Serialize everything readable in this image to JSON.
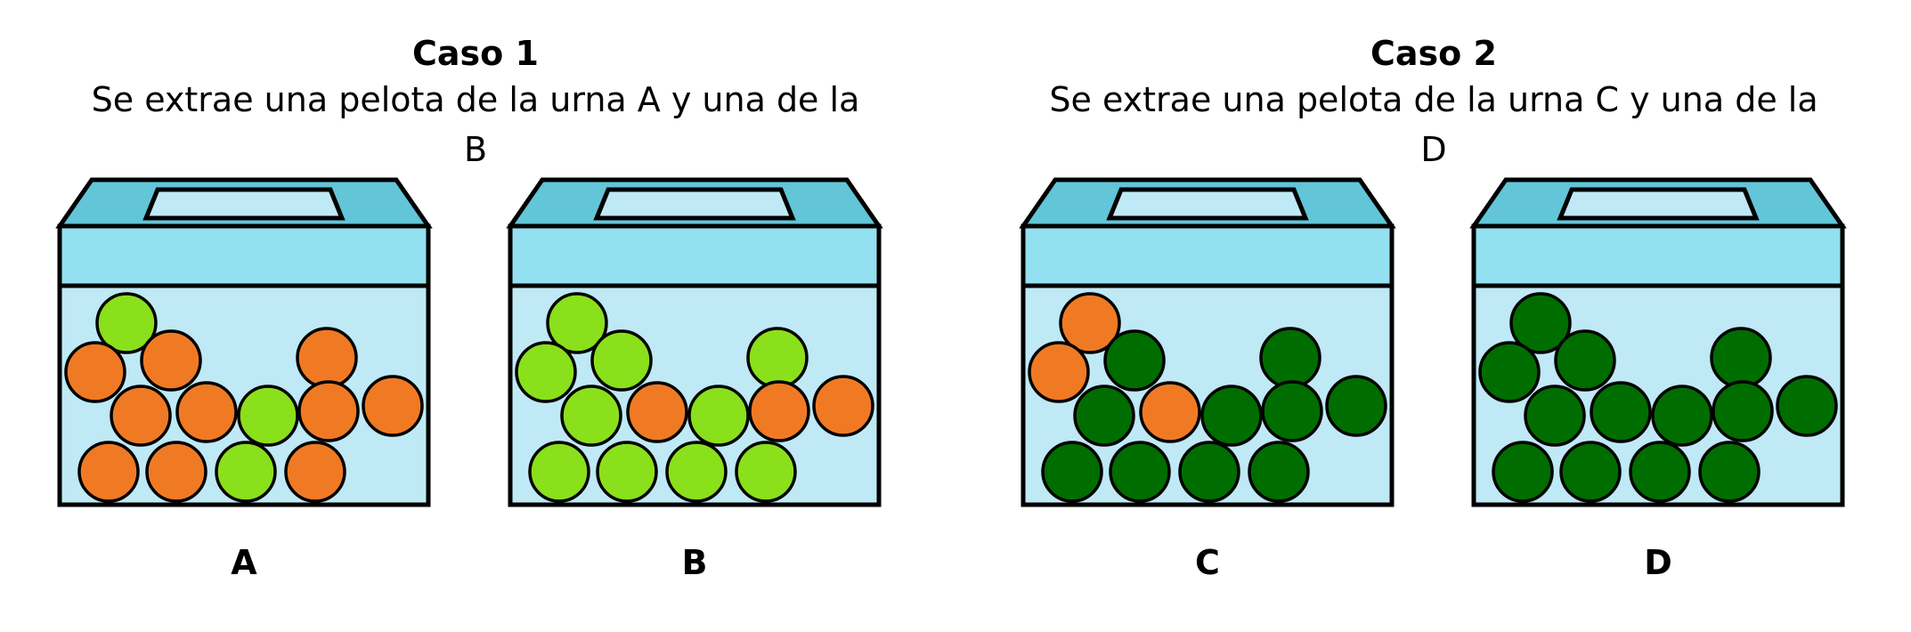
{
  "cases": [
    {
      "title": "Caso 1",
      "subtitle": "Se extrae una pelota de la urna A y una de la B"
    },
    {
      "title": "Caso 2",
      "subtitle": "Se extrae una pelota de la urna C y una de la D"
    }
  ],
  "colors": {
    "orange": "#f07a24",
    "light_green": "#8ae01a",
    "dark_green": "#006d00",
    "box_top": "#62c5d8",
    "box_band": "#93e0f1",
    "box_body": "#bfe9f5",
    "slot": "#bfe9f5",
    "outline": "#000000"
  },
  "urns": [
    {
      "label": "A",
      "balls": [
        "light_green",
        "orange",
        "orange",
        "orange",
        "orange",
        "light_green",
        "orange",
        "orange",
        "orange",
        "orange",
        "orange",
        "light_green",
        "orange"
      ]
    },
    {
      "label": "B",
      "balls": [
        "light_green",
        "light_green",
        "light_green",
        "light_green",
        "orange",
        "light_green",
        "light_green",
        "orange",
        "orange",
        "light_green",
        "light_green",
        "light_green",
        "light_green"
      ]
    },
    {
      "label": "C",
      "balls": [
        "orange",
        "orange",
        "dark_green",
        "dark_green",
        "orange",
        "dark_green",
        "dark_green",
        "dark_green",
        "dark_green",
        "dark_green",
        "dark_green",
        "dark_green",
        "dark_green"
      ]
    },
    {
      "label": "D",
      "balls": [
        "dark_green",
        "dark_green",
        "dark_green",
        "dark_green",
        "dark_green",
        "dark_green",
        "dark_green",
        "dark_green",
        "dark_green",
        "dark_green",
        "dark_green",
        "dark_green",
        "dark_green"
      ]
    }
  ]
}
